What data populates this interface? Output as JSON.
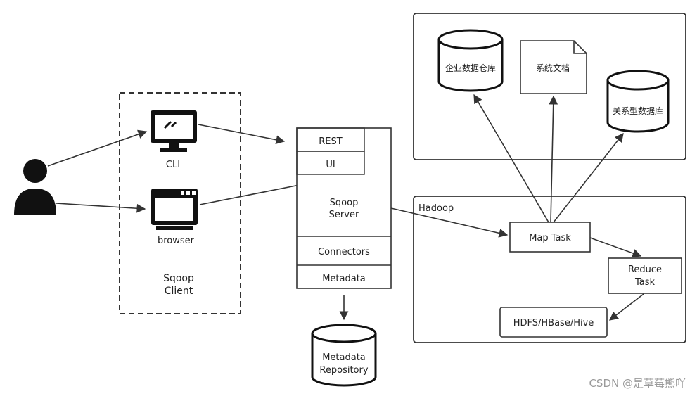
{
  "diagram": {
    "client": {
      "label_line1": "Sqoop",
      "label_line2": "Client",
      "cli_label": "CLI",
      "browser_label": "browser"
    },
    "server": {
      "rest": "REST",
      "ui": "UI",
      "title_line1": "Sqoop",
      "title_line2": "Server",
      "connectors": "Connectors",
      "metadata": "Metadata"
    },
    "repository": {
      "line1": "Metadata",
      "line2": "Repository"
    },
    "storage": {
      "warehouse": "企业数据仓库",
      "docs": "系统文档",
      "rdbms": "关系型数据库"
    },
    "hadoop": {
      "label": "Hadoop",
      "map_task": "Map Task",
      "reduce_line1": "Reduce",
      "reduce_line2": "Task",
      "hdfs": "HDFS/HBase/Hive"
    },
    "watermark": "CSDN @是草莓熊吖"
  },
  "colors": {
    "stroke": "#333333",
    "icon": "#111111",
    "watermark": "#9a9a9a"
  }
}
